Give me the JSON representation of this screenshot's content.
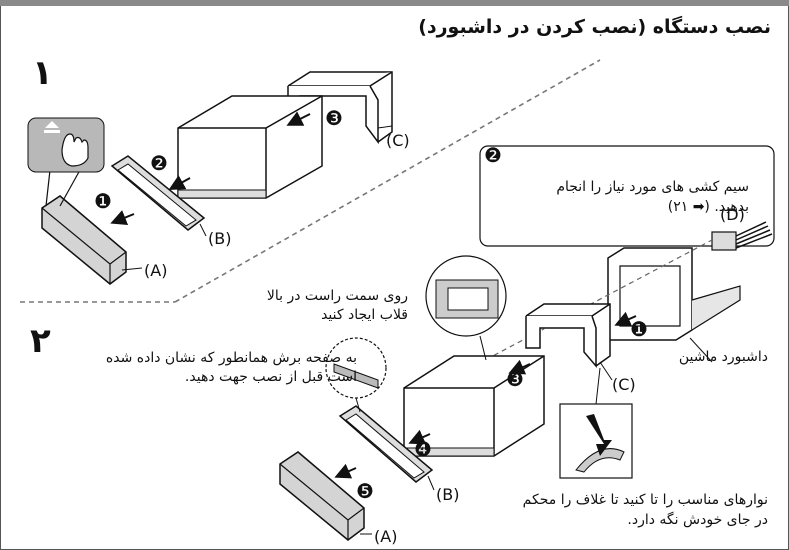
{
  "title": "نصب دستگاه (نصب کردن در داشبورد)",
  "steps": {
    "one": "۱",
    "two": "۲"
  },
  "callouts": {
    "one": "❶",
    "two": "❷",
    "three": "❸",
    "five": "❺"
  },
  "labels": {
    "a": "(A)",
    "b": "(B)",
    "c": "(C)",
    "d": "(D)"
  },
  "notes": {
    "wiring": "سیم کشی های مورد نیاز را انجام بدهید. (➡ ۲۱)",
    "hook": "روی سمت راست در بالا قلاب ایجاد کنید",
    "bend": "به صفحه برش همانطور که نشان داده شده است قبل از نصب جهت دهید.",
    "dashboard": "داشبورد ماشین",
    "tabs": "نوارهای مناسب را تا کنید تا غلاف را محکم در جای خودش نگه دارد."
  },
  "icons": {
    "eject": "eject-icon",
    "hand": "hand-press-icon",
    "arrow": "arrow-icon"
  }
}
